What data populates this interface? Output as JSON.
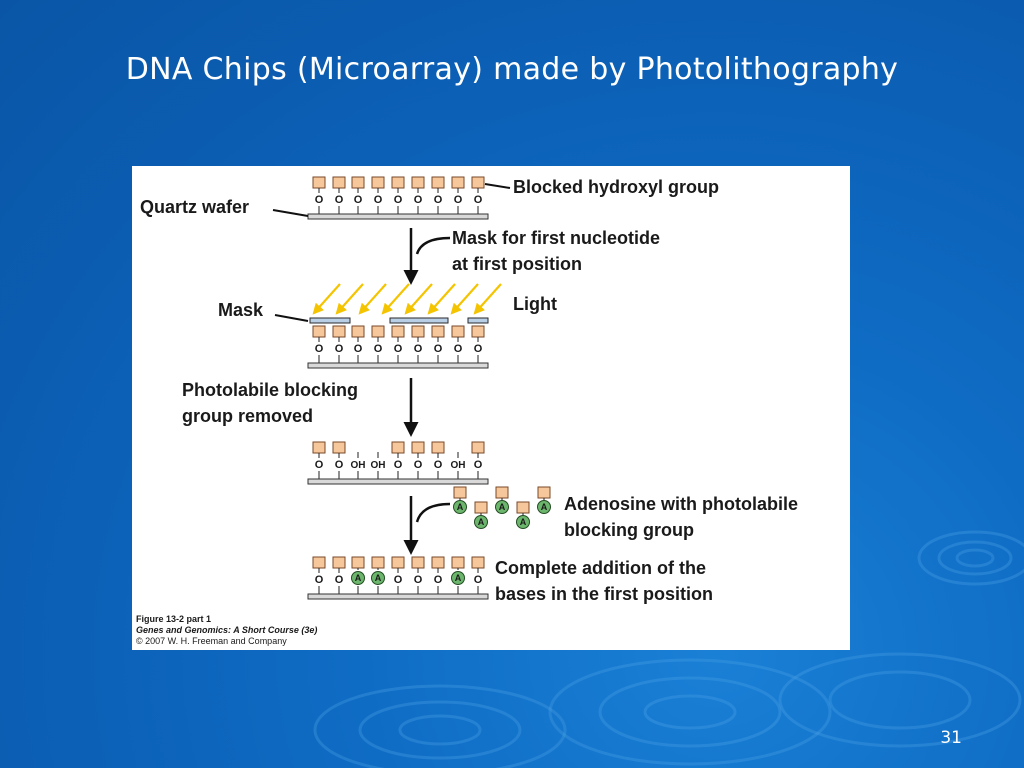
{
  "slide": {
    "title": "DNA Chips (Microarray) made by Photolithography",
    "number": "31"
  },
  "figure": {
    "labels": {
      "quartz_wafer": "Quartz wafer",
      "blocked_hydroxyl": "Blocked hydroxyl group",
      "mask_step_line1": "Mask for first nucleotide",
      "mask_step_line2": "at first position",
      "mask": "Mask",
      "light": "Light",
      "photolabile_line1": "Photolabile blocking",
      "photolabile_line2": "group removed",
      "adenosine_line1": "Adenosine with photolabile",
      "adenosine_line2": "blocking group",
      "complete_line1": "Complete addition of the",
      "complete_line2": "bases in the first position"
    },
    "symbols": {
      "oxygen": "O",
      "hydroxyl": "OH",
      "base": "A"
    },
    "caption": {
      "figure_ref": "Figure 13-2 part 1",
      "book": "Genes and Genomics: A Short Course (3e)",
      "copyright": "© 2007 W. H. Freeman and Company"
    },
    "colors": {
      "blocking_group": "#f7c79c",
      "blocking_group_stroke": "#7a4a2a",
      "light_arrow": "#f5c400",
      "adenosine": "#6cb56c",
      "mask_bar": "#b9cfe6",
      "wafer": "#d9d9d9"
    }
  }
}
